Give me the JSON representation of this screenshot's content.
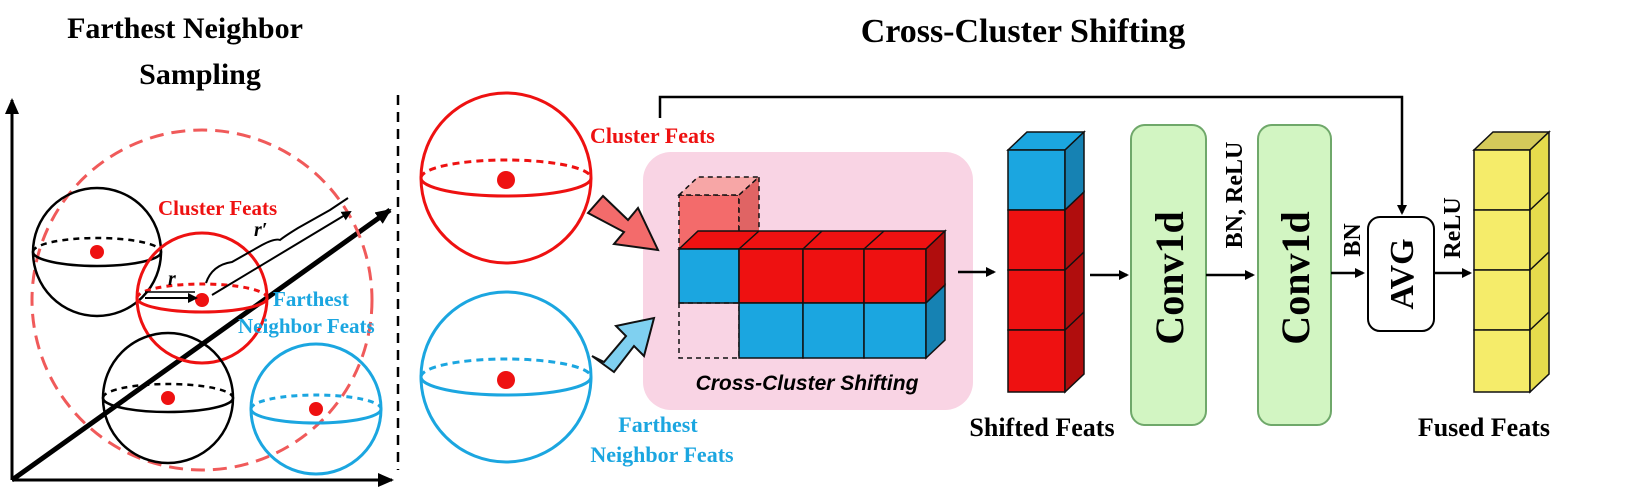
{
  "left_panel": {
    "title_line1": "Farthest Neighbor",
    "title_line2": "Sampling",
    "label_cluster": "Cluster Feats",
    "label_farthest_line1": "Farthest",
    "label_farthest_line2": "Neighbor Feats",
    "r_label": "r",
    "r_prime_label": "r′"
  },
  "right_panel": {
    "title": "Cross-Cluster Shifting",
    "label_cluster": "Cluster Feats",
    "label_farthest_line1": "Farthest",
    "label_farthest_line2": "Neighbor Feats",
    "shift_box_label": "Cross-Cluster Shifting",
    "shifted_label": "Shifted Feats",
    "conv1": "Conv1d",
    "conv2": "Conv1d",
    "bn_relu": "BN, ReLU",
    "bn": "BN",
    "avg": "AVG",
    "relu": "ReLU",
    "fused_label": "Fused Feats"
  },
  "colors": {
    "red": "#ee1111",
    "blue": "#1ba6e0",
    "pink_box": "#f9d4e4",
    "green_box": "#d2f5c2",
    "yellow": "#f5ec6a"
  }
}
